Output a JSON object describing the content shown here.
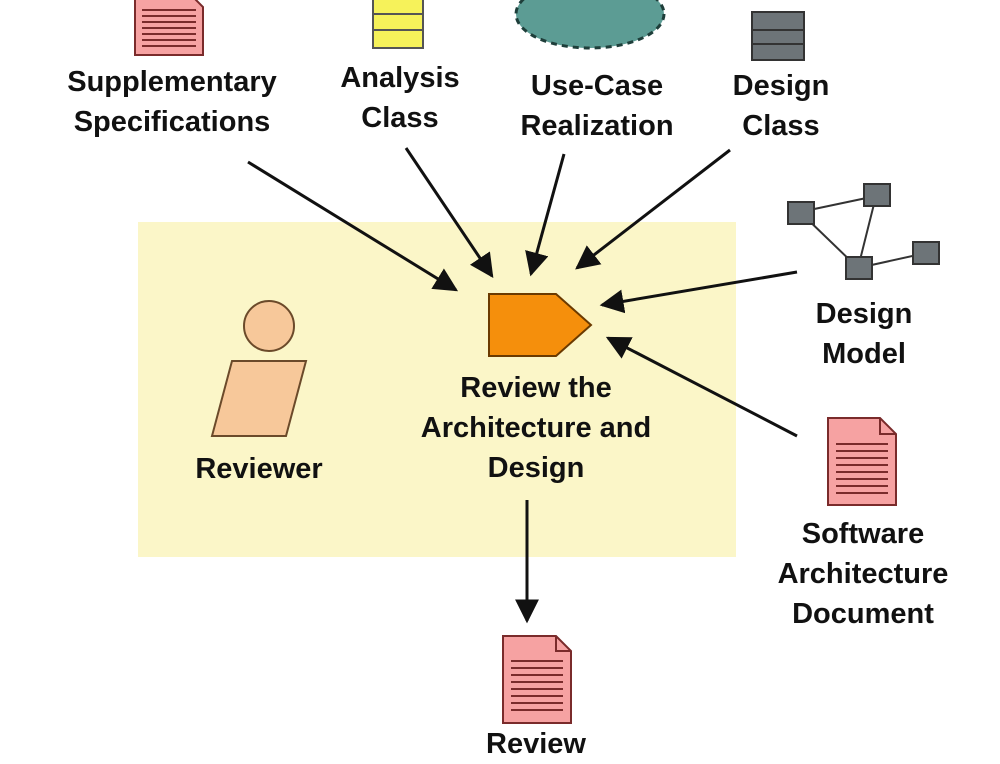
{
  "activity": {
    "lines": [
      "Review the",
      "Architecture and",
      "Design"
    ]
  },
  "worker": {
    "label": "Reviewer"
  },
  "inputs": {
    "supplementary_specifications": [
      "Supplementary",
      "Specifications"
    ],
    "analysis_class": [
      "Analysis",
      "Class"
    ],
    "use_case_realization": [
      "Use-Case",
      "Realization"
    ],
    "design_class": [
      "Design",
      "Class"
    ],
    "design_model": [
      "Design",
      "Model"
    ],
    "software_architecture_document": [
      "Software",
      "Architecture",
      "Document"
    ]
  },
  "outputs": {
    "review": [
      "Review"
    ]
  },
  "colors": {
    "activity_area": "#fbf6c8",
    "activity_icon": "#f58f0c",
    "worker": "#f7c89a",
    "document": "#f6a2a2",
    "analysis_class": "#f6f25a",
    "use_case": "#5c9c94",
    "design_class": "#6d7478"
  }
}
